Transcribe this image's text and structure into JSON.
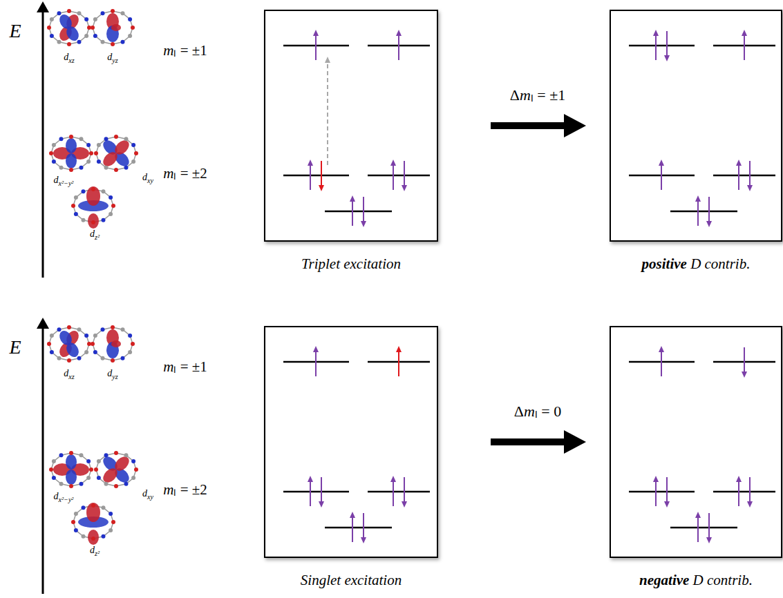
{
  "diagram": {
    "nodes": [
      {
        "text": [
          "Triplet excitation"
        ]
      },
      {
        "text": [
          "positive D contrib."
        ]
      },
      {
        "text": [
          "Singlet excitation"
        ]
      },
      {
        "text": [
          "negative D contrib."
        ]
      }
    ],
    "edges": [
      {
        "from": 0,
        "to": 1,
        "arrow": "to",
        "label": "Δmₗ = ±1"
      },
      {
        "from": 2,
        "to": 3,
        "arrow": "to",
        "label": "Δmₗ = 0"
      }
    ],
    "labels": [
      "E",
      "dxz",
      "dyz",
      "mₗ = ±1",
      "dx²−y²",
      "dxy",
      "dz²",
      "mₗ = ±2",
      "E",
      "dxz",
      "dyz",
      "mₗ = ±1",
      "dx²−y²",
      "dxy",
      "dz²",
      "mₗ = ±2"
    ]
  }
}
